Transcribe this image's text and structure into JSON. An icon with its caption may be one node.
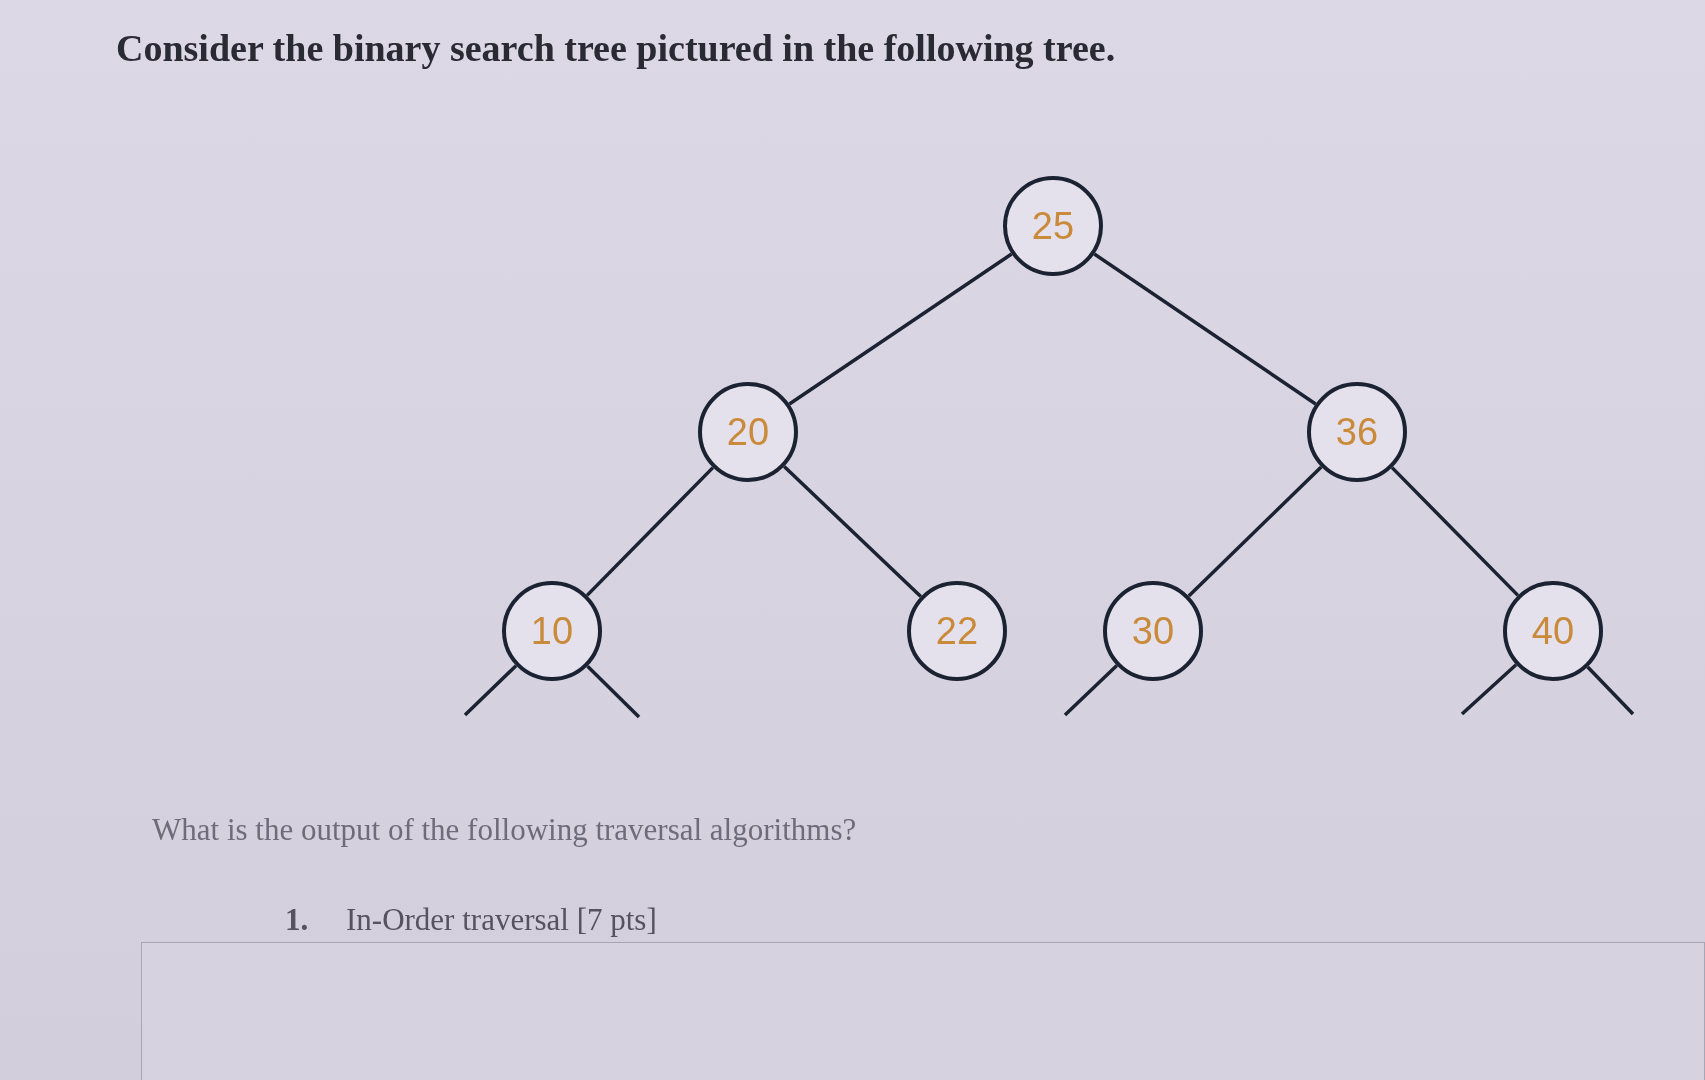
{
  "diagram": {
    "title": "Consider the binary search tree pictured in the following tree.",
    "nodes": [
      {
        "text": [
          "25"
        ]
      },
      {
        "text": [
          "20"
        ]
      },
      {
        "text": [
          "36"
        ]
      },
      {
        "text": [
          "10"
        ]
      },
      {
        "text": [
          "22"
        ]
      },
      {
        "text": [
          "30"
        ]
      },
      {
        "text": [
          "40"
        ]
      }
    ],
    "edges": [
      {
        "from": 0,
        "to": 1,
        "arrow": "none"
      },
      {
        "from": 0,
        "to": 2,
        "arrow": "none"
      },
      {
        "from": 1,
        "to": 3,
        "arrow": "none"
      },
      {
        "from": 1,
        "to": 4,
        "arrow": "none"
      },
      {
        "from": 2,
        "to": 5,
        "arrow": "none"
      },
      {
        "from": 2,
        "to": 6,
        "arrow": "none"
      },
      {
        "from": 3,
        "to": null,
        "arrow": "none"
      },
      {
        "from": 3,
        "to": null,
        "arrow": "none"
      },
      {
        "from": 5,
        "to": null,
        "arrow": "none"
      },
      {
        "from": 6,
        "to": null,
        "arrow": "none"
      },
      {
        "from": 6,
        "to": null,
        "arrow": "none"
      }
    ],
    "labels": [
      "What is the output of the following traversal algorithms?",
      "1.",
      "In-Order traversal [7 pts]"
    ]
  }
}
